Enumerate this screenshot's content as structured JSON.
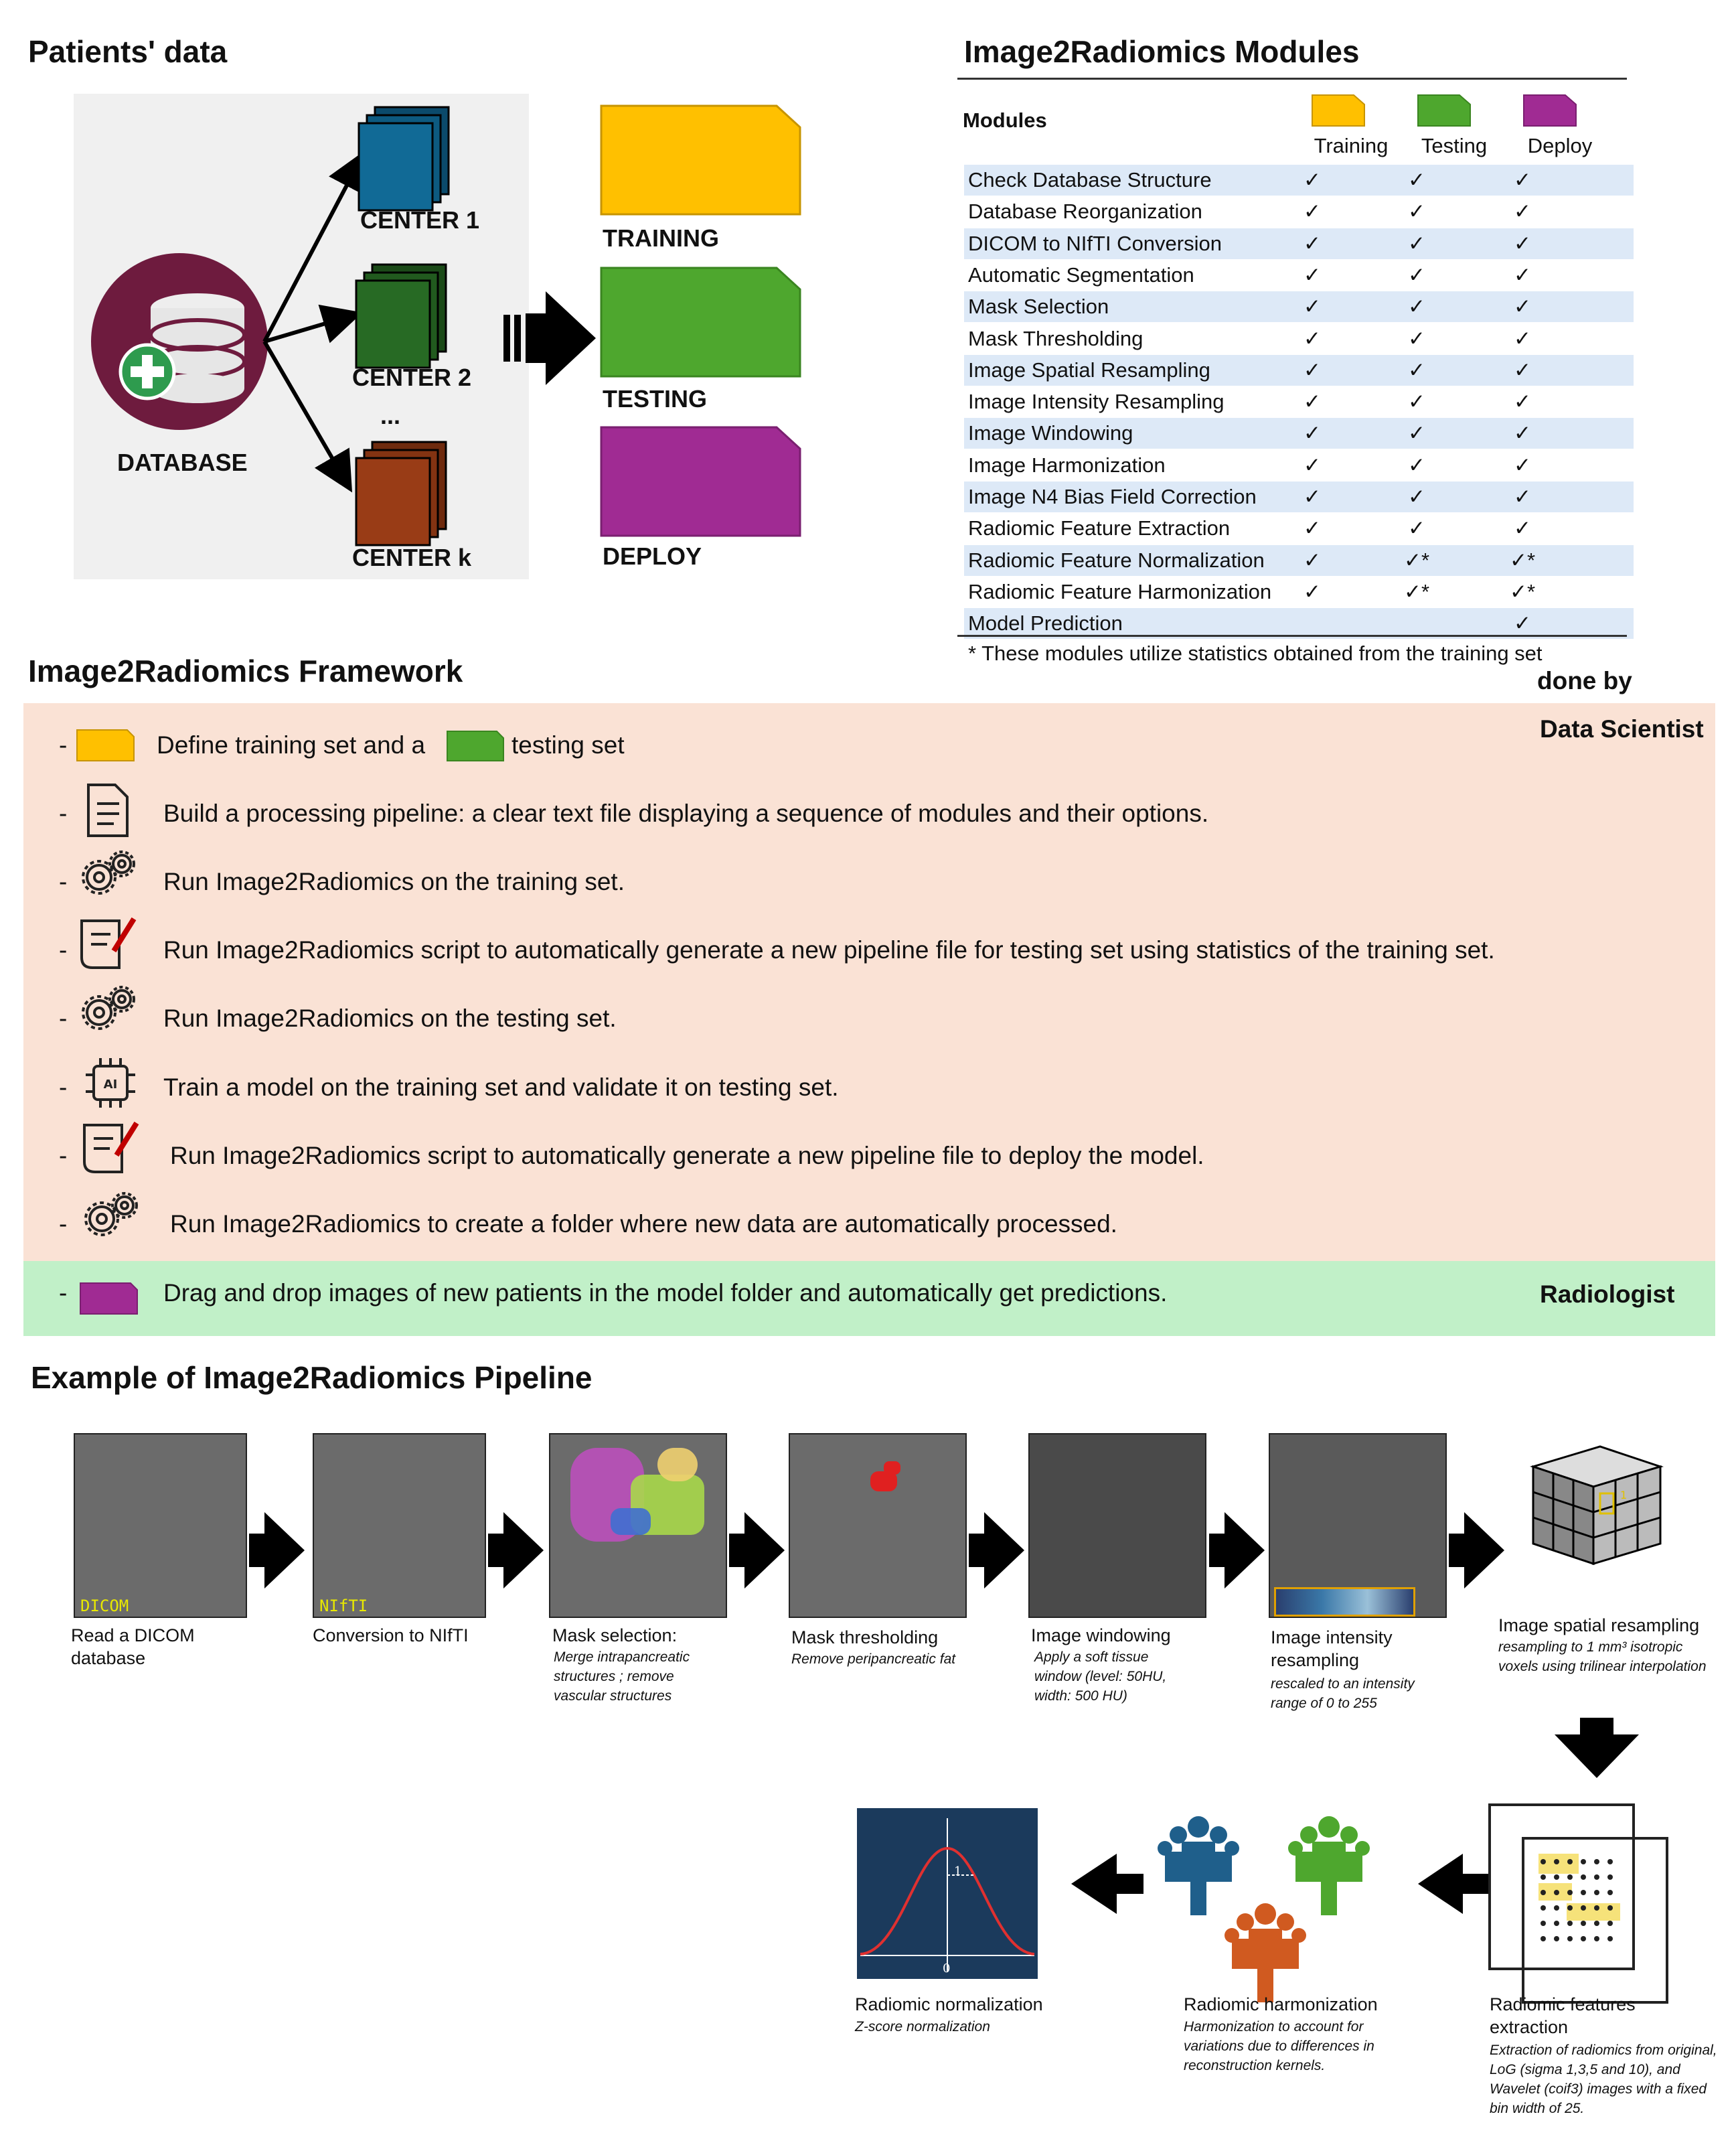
{
  "patients": {
    "title": "Patients' data",
    "database_label": "DATABASE",
    "centers": [
      "CENTER 1",
      "CENTER 2",
      "...",
      "CENTER k"
    ],
    "sets": [
      "TRAINING",
      "TESTING",
      "DEPLOY"
    ]
  },
  "modules": {
    "title": "Image2Radiomics Modules",
    "header": "Modules",
    "columns": [
      "Training",
      "Testing",
      "Deploy"
    ],
    "column_colors": [
      "#ffc000",
      "#4ea72e",
      "#a02b93"
    ],
    "rows": [
      {
        "name": "Check Database Structure",
        "training": "✓",
        "testing": "✓",
        "deploy": "✓"
      },
      {
        "name": "Database Reorganization",
        "training": "✓",
        "testing": "✓",
        "deploy": "✓"
      },
      {
        "name": "DICOM to NIfTI Conversion",
        "training": "✓",
        "testing": "✓",
        "deploy": "✓"
      },
      {
        "name": "Automatic Segmentation",
        "training": "✓",
        "testing": "✓",
        "deploy": "✓"
      },
      {
        "name": "Mask Selection",
        "training": "✓",
        "testing": "✓",
        "deploy": "✓"
      },
      {
        "name": "Mask Thresholding",
        "training": "✓",
        "testing": "✓",
        "deploy": "✓"
      },
      {
        "name": "Image Spatial Resampling",
        "training": "✓",
        "testing": "✓",
        "deploy": "✓"
      },
      {
        "name": "Image Intensity Resampling",
        "training": "✓",
        "testing": "✓",
        "deploy": "✓"
      },
      {
        "name": "Image Windowing",
        "training": "✓",
        "testing": "✓",
        "deploy": "✓"
      },
      {
        "name": "Image Harmonization",
        "training": "✓",
        "testing": "✓",
        "deploy": "✓"
      },
      {
        "name": "Image N4 Bias Field Correction",
        "training": "✓",
        "testing": "✓",
        "deploy": "✓"
      },
      {
        "name": "Radiomic Feature Extraction",
        "training": "✓",
        "testing": "✓",
        "deploy": "✓"
      },
      {
        "name": "Radiomic Feature Normalization",
        "training": "✓",
        "testing": "✓*",
        "deploy": "✓*"
      },
      {
        "name": "Radiomic Feature Harmonization",
        "training": "✓",
        "testing": "✓*",
        "deploy": "✓*"
      },
      {
        "name": "Model Prediction",
        "training": "",
        "testing": "",
        "deploy": "✓"
      }
    ],
    "footnote": "* These modules utilize statistics obtained from the training set"
  },
  "framework": {
    "title": "Image2Radiomics Framework",
    "done_by": "done by",
    "data_scientist": "Data Scientist",
    "radiologist": "Radiologist",
    "steps": [
      {
        "icon": "color-swatch-icons",
        "text_a": "Define training set and a",
        "text_b": "testing set"
      },
      {
        "icon": "document-icon",
        "text": "Build a processing pipeline: a clear text file displaying a sequence of modules and their options."
      },
      {
        "icon": "gears-icon",
        "text": "Run Image2Radiomics on the training set."
      },
      {
        "icon": "script-pen-icon",
        "text": "Run Image2Radiomics script to automatically generate a new pipeline file for testing set using statistics of the training set."
      },
      {
        "icon": "gears-icon",
        "text": "Run Image2Radiomics on the testing set."
      },
      {
        "icon": "ai-chip-icon",
        "text": "Train a model on the training set and validate it on testing set."
      },
      {
        "icon": "script-pen-icon",
        "text": "Run Image2Radiomics script to automatically generate a new pipeline file to deploy the model."
      },
      {
        "icon": "gears-icon",
        "text": "Run Image2Radiomics to create a folder where new data are automatically processed."
      },
      {
        "icon": "purple-swatch-icon",
        "text": "Drag and drop images of new patients in the model folder and automatically get predictions."
      }
    ],
    "bullet": "-"
  },
  "pipeline": {
    "title": "Example of Image2Radiomics Pipeline",
    "overlays": [
      "DICOM",
      "NIfTI"
    ],
    "cube_label": "1",
    "gauss_labels": [
      "1",
      "0"
    ],
    "steps": [
      {
        "caption": "Read a DICOM database",
        "note": ""
      },
      {
        "caption": "Conversion to NIfTI",
        "note": ""
      },
      {
        "caption": "Mask selection:",
        "note": "Merge intrapancreatic structures ; remove vascular structures"
      },
      {
        "caption": "Mask thresholding",
        "note": "Remove peripancreatic fat"
      },
      {
        "caption": "Image windowing",
        "note": "Apply a soft tissue window (level: 50HU, width: 500 HU)"
      },
      {
        "caption": "Image intensity resampling",
        "note": "rescaled to an intensity range of 0 to 255"
      },
      {
        "caption": "Image spatial resampling",
        "note": "resampling to 1 mm³ isotropic voxels using trilinear interpolation"
      },
      {
        "caption": "Radiomic features extraction",
        "note": "Extraction of radiomics from original, LoG (sigma 1,3,5 and 10), and Wavelet (coif3) images with a fixed bin width of 25."
      },
      {
        "caption": "Radiomic harmonization",
        "note": "Harmonization to account for variations due to differences in reconstruction kernels."
      },
      {
        "caption": "Radiomic normalization",
        "note": "Z-score normalization"
      }
    ]
  }
}
